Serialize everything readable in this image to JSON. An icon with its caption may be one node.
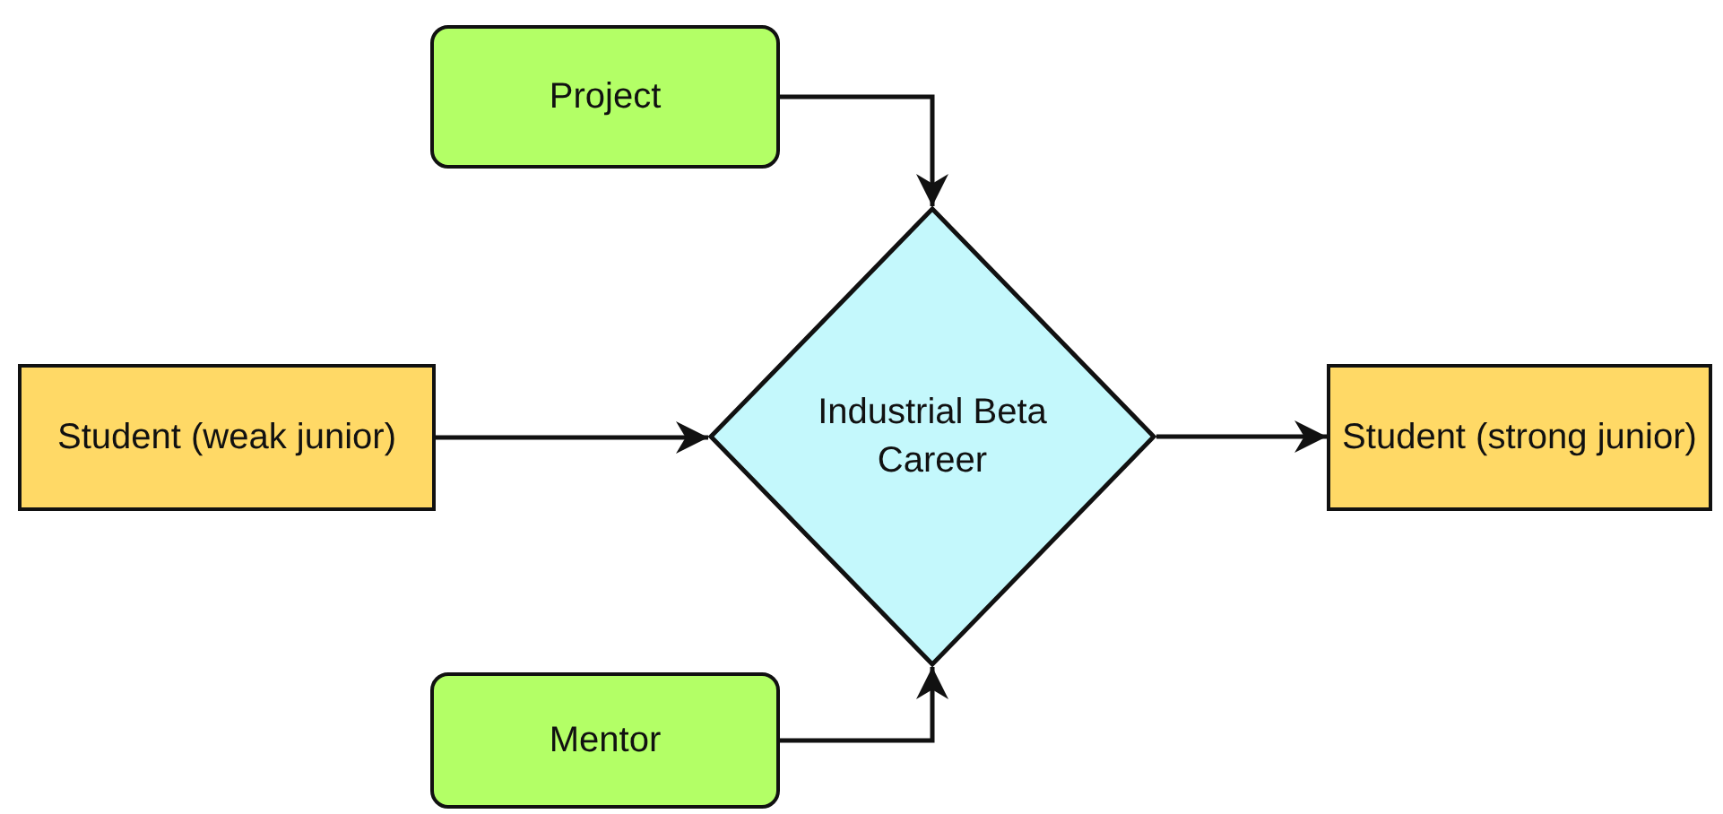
{
  "diagram": {
    "nodes": [
      {
        "text": [
          "Project"
        ]
      },
      {
        "text": [
          "Student (weak junior)"
        ]
      },
      {
        "text": [
          "Industrial Beta Career"
        ]
      },
      {
        "text": [
          "Student (strong junior)"
        ]
      },
      {
        "text": [
          "Mentor"
        ]
      }
    ],
    "edges": [
      {
        "from": 0,
        "to": 2,
        "arrow": "to"
      },
      {
        "from": 1,
        "to": 2,
        "arrow": "to"
      },
      {
        "from": 2,
        "to": 3,
        "arrow": "to"
      },
      {
        "from": 4,
        "to": 2,
        "arrow": "to"
      }
    ]
  }
}
